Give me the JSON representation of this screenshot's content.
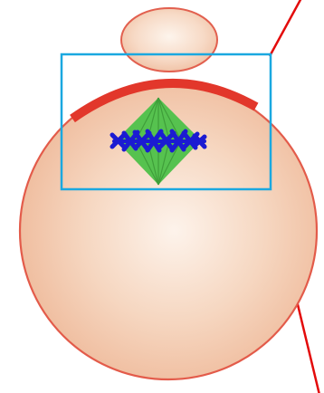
{
  "figure": {
    "elements": [
      "oocyte",
      "polar-body",
      "cortical-cap",
      "meiotic-spindle",
      "chromosomes",
      "zoom-box",
      "callout-line-top",
      "callout-line-bottom"
    ],
    "colors": {
      "cell_fill_center": "#fdf1e8",
      "cell_fill_mid": "#f6d6bf",
      "cell_fill_edge": "#eeb898",
      "cell_outline": "#e35b4a",
      "cap": "#e2372b",
      "spindle": "#4fbc4a",
      "chromosomes": "#1b1bd2",
      "zoom_box": "#1aa8e0",
      "callout": "#e30b0b"
    }
  }
}
